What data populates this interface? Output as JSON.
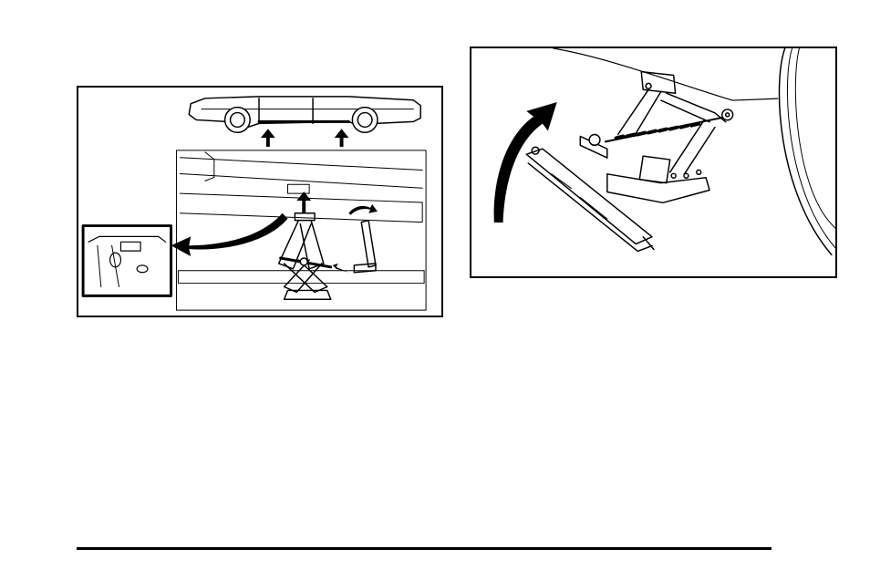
{
  "page": {
    "background": "#ffffff",
    "line_color": "#000000"
  },
  "figures": [
    {
      "id": "left",
      "depicts": "car-lift-points-and-jack-assembly-illustration"
    },
    {
      "id": "right",
      "depicts": "scissor-jack-under-vehicle-illustration"
    }
  ]
}
